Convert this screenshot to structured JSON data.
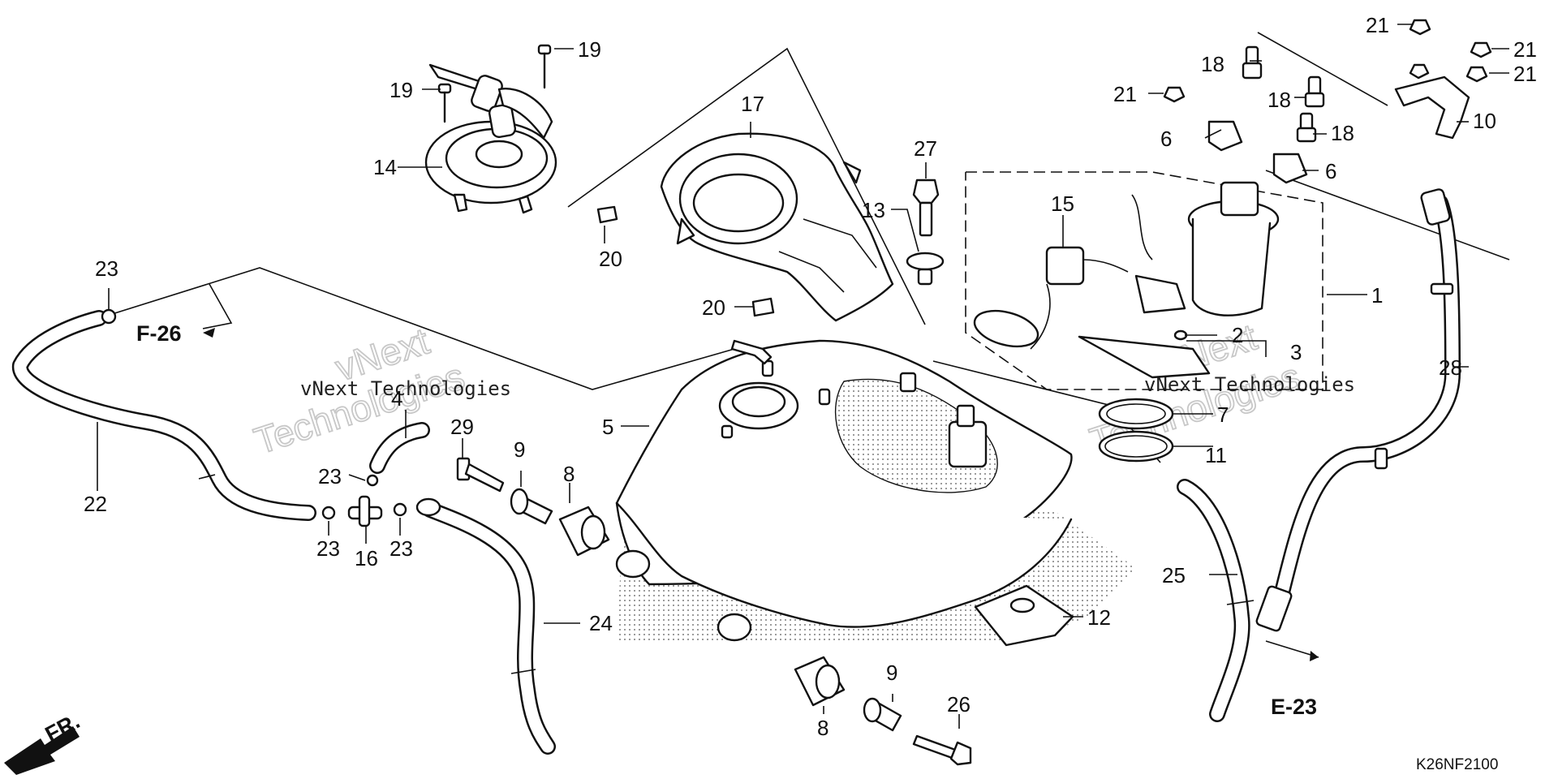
{
  "diagram": {
    "code": "K26NF2100",
    "watermark_word1": "vNext",
    "watermark_word2": "Technologies",
    "watermark_line": "vNext Technologies",
    "refs": {
      "f26": "F-26",
      "e23": "E-23",
      "fr": "FR."
    },
    "callouts": {
      "c1": "1",
      "c2": "2",
      "c3": "3",
      "c4": "4",
      "c5": "5",
      "c6a": "6",
      "c6b": "6",
      "c7": "7",
      "c8a": "8",
      "c8b": "8",
      "c9a": "9",
      "c9b": "9",
      "c10": "10",
      "c11": "11",
      "c12": "12",
      "c13": "13",
      "c14": "14",
      "c15": "15",
      "c16": "16",
      "c17": "17",
      "c18a": "18",
      "c18b": "18",
      "c18c": "18",
      "c19a": "19",
      "c19b": "19",
      "c20a": "20",
      "c20b": "20",
      "c21a": "21",
      "c21b": "21",
      "c21c": "21",
      "c21d": "21",
      "c22": "22",
      "c23a": "23",
      "c23b": "23",
      "c23c": "23",
      "c23d": "23",
      "c24": "24",
      "c25": "25",
      "c26": "26",
      "c27": "27",
      "c28": "28",
      "c29": "29"
    }
  }
}
